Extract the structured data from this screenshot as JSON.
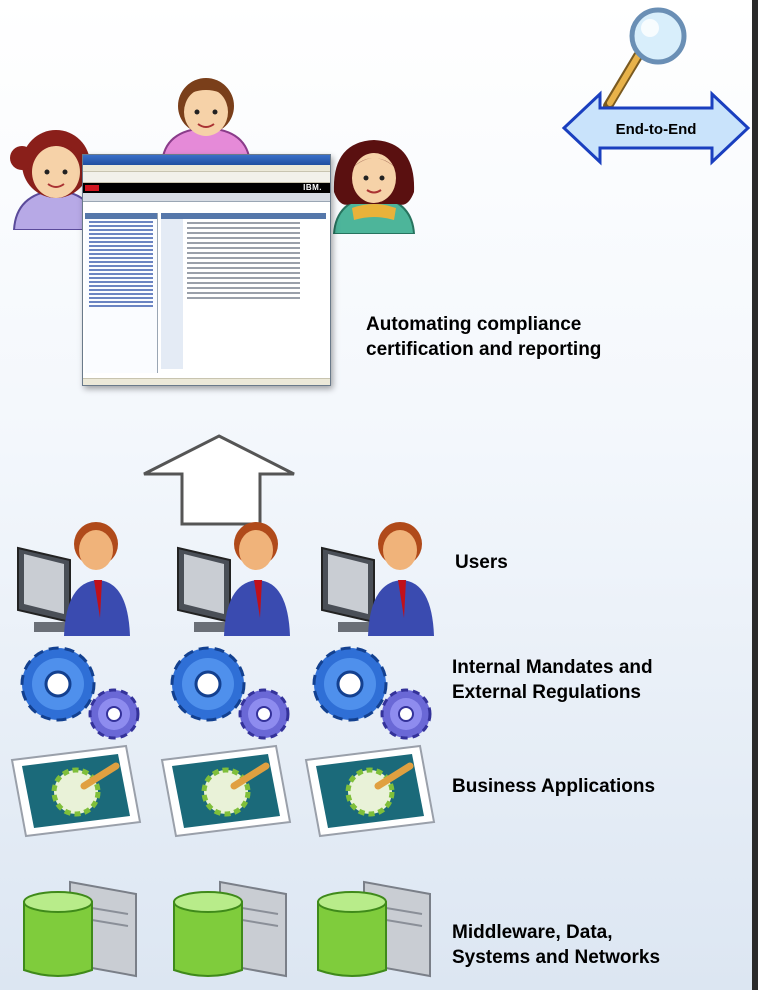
{
  "badge": {
    "text": "End-to-End"
  },
  "labels": {
    "automating": [
      "Automating compliance",
      "certification and reporting"
    ],
    "users": "Users",
    "mandates": [
      "Internal Mandates and",
      "External Regulations"
    ],
    "business": "Business Applications",
    "middleware": [
      "Middleware, Data,",
      "Systems and Networks"
    ]
  },
  "colors": {
    "badge_fill": "#c9e3fb",
    "badge_border": "#1a3fbf",
    "arrow_fill": "#ffffff",
    "arrow_stroke": "#555555",
    "gear_blue": "#2f6fd6",
    "gear_violet": "#6a68d6",
    "db_green": "#7fcc3c",
    "server_gray": "#c9cdd3",
    "ibm_red": "#d0161f"
  },
  "icons": [
    "magnifier-icon",
    "person-icon",
    "screen-icon",
    "gear-icon",
    "app-icon",
    "database-icon",
    "server-icon"
  ]
}
